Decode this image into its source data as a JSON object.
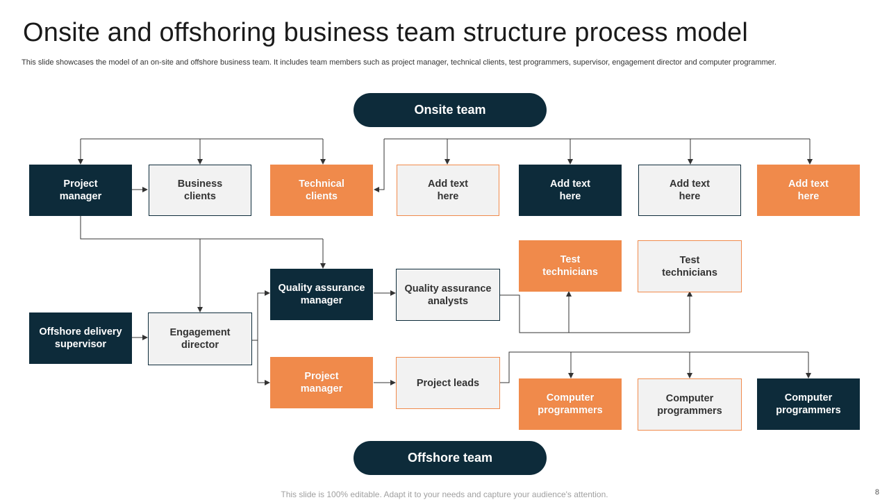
{
  "title": "Onsite and offshoring business team structure process model",
  "subtitle": "This slide showcases the model of an on-site and offshore business team. It includes team members such as project manager, technical clients, test programmers, supervisor, engagement director and computer programmer.",
  "onsite_label": "Onsite team",
  "offshore_label": "Offshore team",
  "boxes": {
    "project_manager_onsite": "Project\nmanager",
    "business_clients": "Business\nclients",
    "technical_clients": "Technical\nclients",
    "add_text_1": "Add text\nhere",
    "add_text_2": "Add text\nhere",
    "add_text_3": "Add text\nhere",
    "add_text_4": "Add text\nhere",
    "qa_manager": "Quality assurance\nmanager",
    "qa_analysts": "Quality assurance\nanalysts",
    "test_technicians_1": "Test\ntechnicians",
    "test_technicians_2": "Test\ntechnicians",
    "offshore_supervisor": "Offshore delivery\nsupervisor",
    "engagement_director": "Engagement\ndirector",
    "project_manager_offshore": "Project\nmanager",
    "project_leads": "Project leads",
    "computer_programmers_1": "Computer\nprogrammers",
    "computer_programmers_2": "Computer\nprogrammers",
    "computer_programmers_3": "Computer\nprogrammers"
  },
  "footer": "This slide is 100% editable. Adapt it to your needs and capture your audience's attention.",
  "page_number": "8",
  "colors": {
    "navy": "#0d2b3a",
    "orange": "#f08a4b",
    "light_gray": "#f2f2f2"
  }
}
